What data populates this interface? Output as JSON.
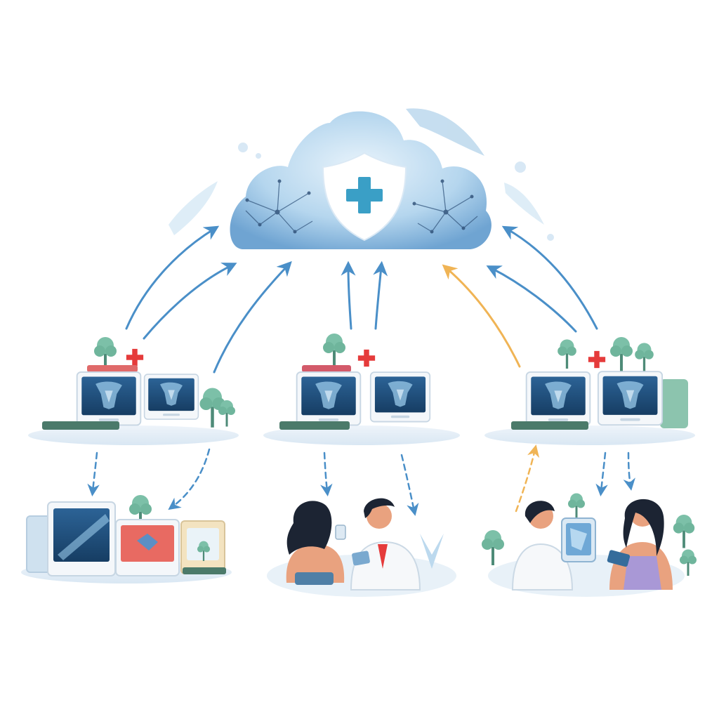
{
  "diagram": {
    "type": "illustration",
    "text_labels": [],
    "central_node": {
      "shape": "cloud",
      "icon": "medical-cross-shield-icon",
      "decorations": [
        "network-mesh-icon",
        "network-mesh-icon"
      ]
    },
    "hospital_nodes": [
      {
        "id": "hospital-left",
        "icon": "red-cross-icon",
        "screens": [
          "xray-monitor-icon",
          "xray-monitor-icon"
        ]
      },
      {
        "id": "hospital-center",
        "icon": "red-cross-icon",
        "screens": [
          "xray-monitor-icon",
          "xray-monitor-icon"
        ]
      },
      {
        "id": "hospital-right",
        "icon": "red-cross-icon",
        "screens": [
          "xray-monitor-icon",
          "xray-monitor-icon"
        ]
      }
    ],
    "endpoint_nodes": [
      {
        "id": "imaging-devices",
        "icon": "medical-devices-icon"
      },
      {
        "id": "doctor-patient-consult",
        "icon": "doctor-patient-icon"
      },
      {
        "id": "patient-tablet-review",
        "icon": "patient-tablet-icon"
      }
    ],
    "edges": [
      {
        "from": "hospital-left",
        "to": "cloud",
        "color": "#4a8fc8"
      },
      {
        "from": "hospital-center",
        "to": "cloud",
        "color": "#4a8fc8"
      },
      {
        "from": "hospital-right",
        "to": "cloud",
        "color": "#4a8fc8"
      },
      {
        "from": "hospital-right",
        "to": "cloud",
        "color": "#f0b455"
      },
      {
        "from": "hospital-left",
        "to": "imaging-devices",
        "color": "#4a8fc8",
        "style": "dashed"
      },
      {
        "from": "hospital-center",
        "to": "doctor-patient-consult",
        "color": "#4a8fc8",
        "style": "dashed"
      },
      {
        "from": "hospital-right",
        "to": "patient-tablet-review",
        "color": "#4a8fc8",
        "style": "dashed"
      },
      {
        "from": "patient-tablet-review",
        "to": "hospital-right",
        "color": "#f0b455",
        "style": "dashed"
      }
    ],
    "colors": {
      "cloud_light": "#e4f0fa",
      "cloud_mid": "#a9cde9",
      "cloud_dark": "#6fa4d2",
      "shield": "#ffffff",
      "cross_teal": "#3a9fc6",
      "red_cross": "#e53b3b",
      "arrow_blue": "#4a8fc8",
      "arrow_orange": "#f0b455",
      "screen_dark": "#1f4d78",
      "screen_glow": "#9ac9ea",
      "monitor_frame": "#f2f5f8",
      "tree_green": "#6fb59c",
      "skin": "#e9a27f",
      "hair": "#1c2433"
    }
  }
}
